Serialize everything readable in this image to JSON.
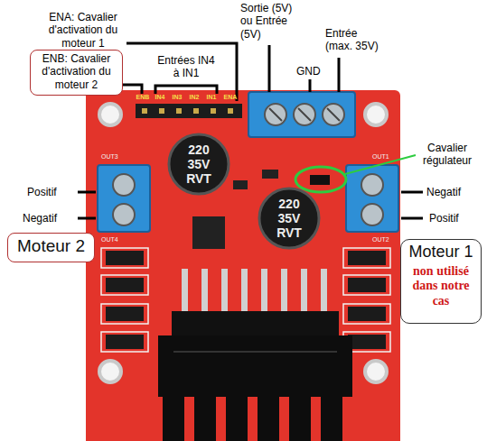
{
  "diagram": {
    "nodes": [
      {
        "text": [
          "ENB: Cavalier d'activation du moteur 2"
        ]
      },
      {
        "text": [
          "Moteur 2"
        ]
      },
      {
        "text": [
          "Moteur 1",
          "non utilisé dans notre cas"
        ]
      }
    ],
    "labels": [
      "ENA: Cavalier d'activation du moteur 1",
      "Entrées IN4 à IN1",
      "Sortie (5V) ou Entrée (5V)",
      "GND",
      "Entrée (max. 35V)",
      "Cavalier régulateur",
      "Positif",
      "Negatif",
      "Negatif",
      "Positif",
      "ENB",
      "IN4",
      "IN3",
      "IN2",
      "IN1",
      "ENA",
      "220",
      "35V",
      "RVT",
      "220",
      "35V",
      "RVT",
      "OUT3",
      "OUT4",
      "OUT1",
      "OUT2"
    ]
  }
}
